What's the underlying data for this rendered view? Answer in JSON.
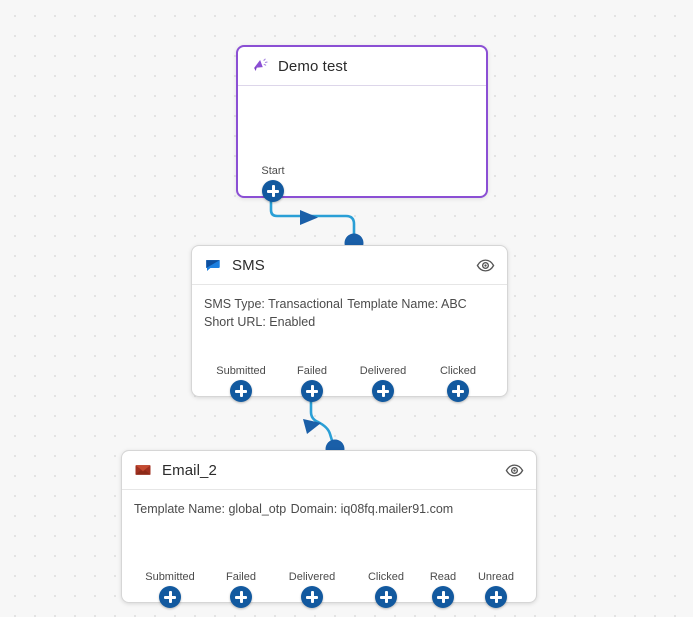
{
  "canvas": {
    "background_color": "#f7f7f7",
    "dot_color": "#e2e2e2",
    "accent_blue": "#12599f",
    "campaign_border": "#8b4fd4",
    "connector_color": "#2a9fd6"
  },
  "nodes": [
    {
      "id": "campaign",
      "type": "campaign",
      "icon": "megaphone-icon",
      "title": "Demo test",
      "body_lines": [],
      "start_label": "Start",
      "ports": []
    },
    {
      "id": "sms",
      "type": "sms",
      "icon": "sms-icon",
      "title": "SMS",
      "eye_icon": "eye-icon",
      "body_lines": [
        "SMS Type: Transactional",
        "Template Name: ABC",
        "Short URL: Enabled"
      ],
      "ports": [
        "Submitted",
        "Failed",
        "Delivered",
        "Clicked"
      ]
    },
    {
      "id": "email",
      "type": "email",
      "icon": "envelope-icon",
      "title": "Email_2",
      "eye_icon": "eye-icon",
      "body_lines": [
        "Template Name: global_otp",
        "Domain: iq08fq.mailer91.com"
      ],
      "ports": [
        "Submitted",
        "Failed",
        "Delivered",
        "Clicked",
        "Read",
        "Unread"
      ]
    }
  ]
}
